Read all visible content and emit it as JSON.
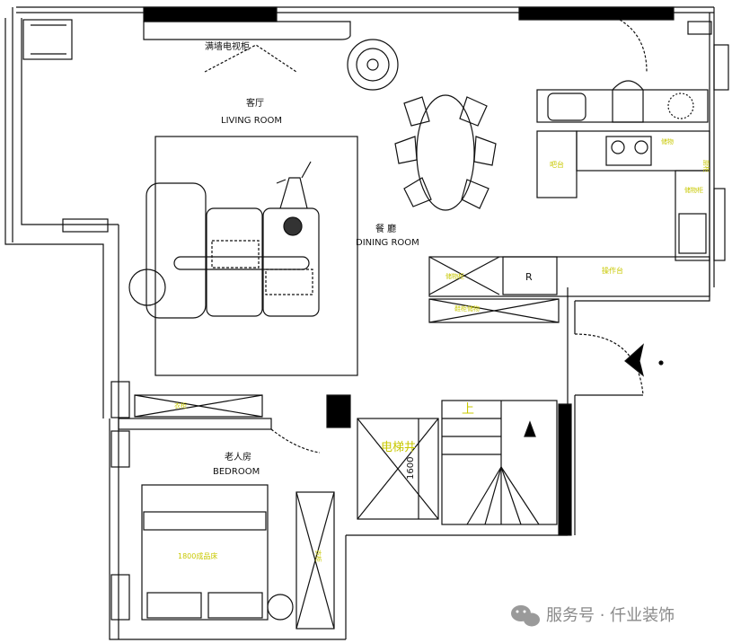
{
  "plan": {
    "rooms": {
      "living_cn": "客厅",
      "living_en": "LIVING ROOM",
      "tv_wall": "满墙电视柜",
      "dining_cn": "餐 廳",
      "dining_en": "DINING ROOM",
      "bedroom_cn": "老人房",
      "bedroom_en": "BEDROOM"
    },
    "fixtures": {
      "elevator": "电梯井",
      "elevator_size": "1600",
      "stairs_up": "上",
      "bed": "1800成品床",
      "bar": "吧台",
      "counter": "操作台",
      "fridge_mark": "R",
      "cab1": "储物",
      "cab2": "储物柜",
      "cab3": "鞋柜储物",
      "cab4": "储物柜",
      "cab5": "衣柜",
      "wardrobe_v": "衣柜",
      "kitchen_v": "厨柜"
    },
    "watermark": "服务号 · 仟业装饰"
  },
  "colors": {
    "line": "#111111",
    "wall": "#000000",
    "label_accent": "#c8c800",
    "watermark": "#8a8a8a"
  }
}
